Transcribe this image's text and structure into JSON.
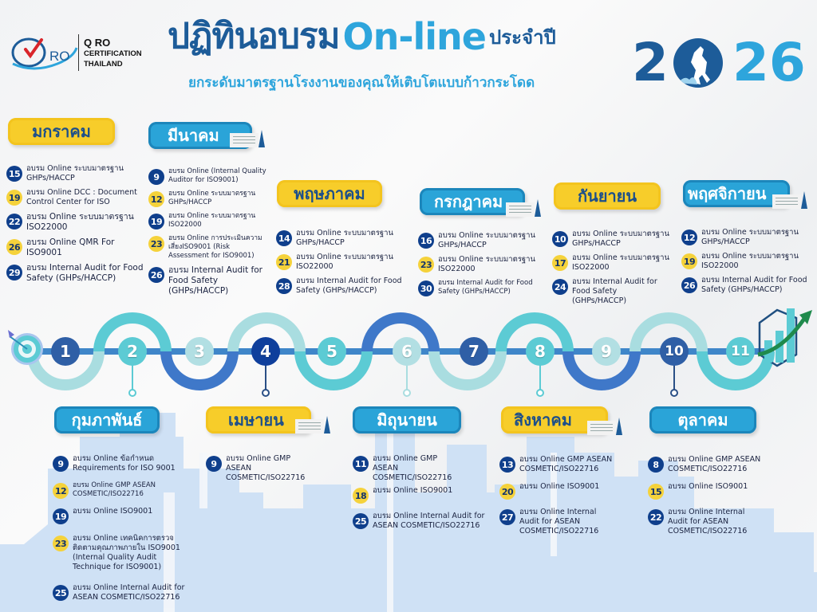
{
  "header": {
    "logo": {
      "mark": "QRO",
      "line1": "Q RO",
      "line2": "CERTIFICATION",
      "line3": "THAILAND"
    },
    "title_part1": "ปฏิทินอบรม",
    "title_part2": "On-line",
    "title_part3": "ประจำปี",
    "subtitle": "ยกระดับมาตรฐานโรงงานของคุณให้เติบโตแบบก้าวกระโดด",
    "year_left": "2",
    "year_right": "26",
    "year_icon": "horse-circle-icon"
  },
  "colors": {
    "dark_blue": "#1d5c99",
    "light_blue": "#2ea5dc",
    "yellow": "#f7cd2a",
    "navy_badge": "#0f3f8c",
    "teal": "#5ccbd4",
    "pale_teal": "#a9dde0",
    "mid_blue": "#3f78c9"
  },
  "months": {
    "jan": {
      "label": "มกราคม",
      "events": [
        {
          "day": "15",
          "text": "อบรม Online ระบบมาตรฐาน GHPs/HACCP"
        },
        {
          "day": "19",
          "text": "อบรม Online DCC : Document Control Center for ISO"
        },
        {
          "day": "22",
          "text": "อบรม Online ระบบมาตรฐาน ISO22000"
        },
        {
          "day": "26",
          "text": "อบรม Online QMR For ISO9001"
        },
        {
          "day": "29",
          "text": "อบรม Internal Audit for Food Safety (GHPs/HACCP)"
        }
      ]
    },
    "feb": {
      "label": "กุมภาพันธ์",
      "events": [
        {
          "day": "9",
          "text": "อบรม Online ข้อกำหนด Requirements for ISO 9001"
        },
        {
          "day": "12",
          "text": "อบรม Online GMP ASEAN COSMETIC/ISO22716"
        },
        {
          "day": "19",
          "text": "อบรม Online ISO9001"
        },
        {
          "day": "23",
          "text": "อบรม Online เทคนิคการตรวจติดตามคุณภาพภายใน ISO9001 (Internal Quality Audit Technique for ISO9001)"
        },
        {
          "day": "25",
          "text": "อบรม Online Internal Audit for ASEAN COSMETIC/ISO22716"
        }
      ]
    },
    "mar": {
      "label": "มีนาคม",
      "events": [
        {
          "day": "9",
          "text": "อบรม Online (Internal Quality Auditor for ISO9001)"
        },
        {
          "day": "12",
          "text": "อบรม Online ระบบมาตรฐาน GHPs/HACCP"
        },
        {
          "day": "19",
          "text": "อบรม Online ระบบมาตรฐาน ISO22000"
        },
        {
          "day": "23",
          "text": "อบรม Online การประเมินความเสี่ยงISO9001 (Risk Assessment for ISO9001)"
        },
        {
          "day": "26",
          "text": "อบรม Internal Audit for Food Safety (GHPs/HACCP)"
        }
      ]
    },
    "apr": {
      "label": "เมษายน",
      "events": [
        {
          "day": "9",
          "text": "อบรม Online GMP ASEAN COSMETIC/ISO22716"
        }
      ]
    },
    "may": {
      "label": "พฤษภาคม",
      "events": [
        {
          "day": "14",
          "text": "อบรม Online ระบบมาตรฐาน GHPs/HACCP"
        },
        {
          "day": "21",
          "text": "อบรม Online ระบบมาตรฐาน ISO22000"
        },
        {
          "day": "28",
          "text": "อบรม Internal Audit for Food Safety (GHPs/HACCP)"
        }
      ]
    },
    "jun": {
      "label": "มิถุนายน",
      "events": [
        {
          "day": "11",
          "text": "อบรม Online GMP ASEAN COSMETIC/ISO22716"
        },
        {
          "day": "18",
          "text": "อบรม Online ISO9001"
        },
        {
          "day": "25",
          "text": "อบรม Online Internal Audit for ASEAN COSMETIC/ISO22716"
        }
      ]
    },
    "jul": {
      "label": "กรกฎาคม",
      "events": [
        {
          "day": "16",
          "text": "อบรม Online ระบบมาตรฐาน GHPs/HACCP"
        },
        {
          "day": "23",
          "text": "อบรม Online ระบบมาตรฐาน ISO22000"
        },
        {
          "day": "30",
          "text": "อบรม Internal Audit for Food Safety (GHPs/HACCP)"
        }
      ]
    },
    "aug": {
      "label": "สิงหาคม",
      "events": [
        {
          "day": "13",
          "text": "อบรม Online GMP ASEAN COSMETIC/ISO22716"
        },
        {
          "day": "20",
          "text": "อบรม Online ISO9001"
        },
        {
          "day": "27",
          "text": "อบรม Online Internal Audit for  ASEAN COSMETIC/ISO22716"
        }
      ]
    },
    "sep": {
      "label": "กันยายน",
      "events": [
        {
          "day": "10",
          "text": "อบรม Online ระบบมาตรฐาน GHPs/HACCP"
        },
        {
          "day": "17",
          "text": "อบรม Online ระบบมาตรฐาน ISO22000"
        },
        {
          "day": "24",
          "text": "อบรม Internal Audit for Food Safety (GHPs/HACCP)"
        }
      ]
    },
    "oct": {
      "label": "ตุลาคม",
      "events": [
        {
          "day": "8",
          "text": "อบรม Online GMP ASEAN COSMETIC/ISO22716"
        },
        {
          "day": "15",
          "text": "อบรม Online ISO9001"
        },
        {
          "day": "22",
          "text": "อบรม Online Internal Audit for  ASEAN COSMETIC/ISO22716"
        }
      ]
    },
    "nov": {
      "label": "พฤศจิกายน",
      "events": [
        {
          "day": "12",
          "text": "อบรม Online ระบบมาตรฐาน GHPs/HACCP"
        },
        {
          "day": "19",
          "text": "อบรม Online ระบบมาตรฐาน ISO22000"
        },
        {
          "day": "26",
          "text": "อบรม Internal Audit for Food Safety (GHPs/HACCP)"
        }
      ]
    }
  },
  "timeline": {
    "start_icon": "target-dart-icon",
    "end_icon": "growth-chart-icon",
    "steps": [
      "1",
      "2",
      "3",
      "4",
      "5",
      "6",
      "7",
      "8",
      "9",
      "10",
      "11"
    ]
  }
}
